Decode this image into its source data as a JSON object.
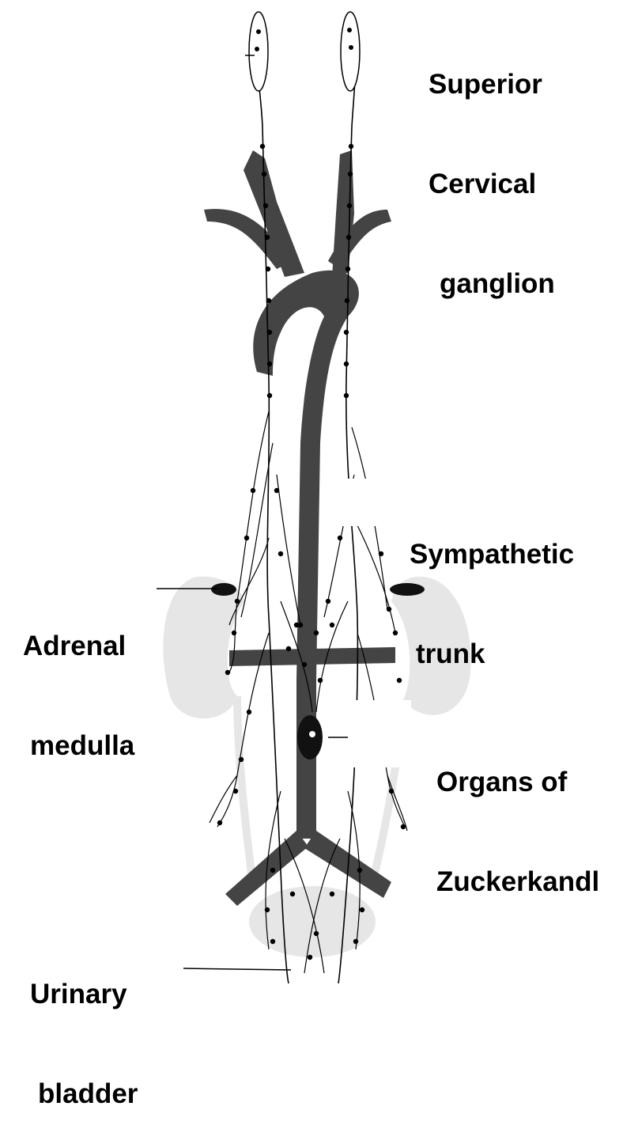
{
  "labels": {
    "superior_cervical_ganglion": [
      "Superior",
      "Cervical",
      "ganglion"
    ],
    "sympathetic_trunk": [
      "Sympathetic",
      "trunk"
    ],
    "adrenal_medulla": [
      "Adrenal",
      "medulla"
    ],
    "organs_of_zuckerkandl": [
      "Organs of",
      "Zuckerkandl"
    ],
    "urinary_bladder": [
      "Urinary",
      "bladder"
    ]
  },
  "colors": {
    "vessel": "#444444",
    "organ_shade": "#e6e6e6",
    "nerve": "#000000",
    "background": "#ffffff"
  }
}
